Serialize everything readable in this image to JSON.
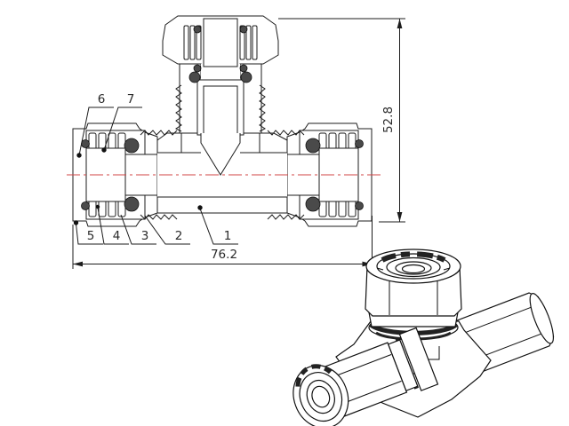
{
  "section_view": {
    "part_labels": {
      "p1": "1",
      "p2": "2",
      "p3": "3",
      "p4": "4",
      "p5": "5",
      "p6": "6",
      "p7": "7"
    },
    "dimensions": {
      "overall_length": "76.2",
      "overall_height": "52.8"
    }
  },
  "colors": {
    "line": "#1c1c1c",
    "centerline": "#d04545",
    "seal": "#4a4a4a",
    "background": "#ffffff"
  }
}
